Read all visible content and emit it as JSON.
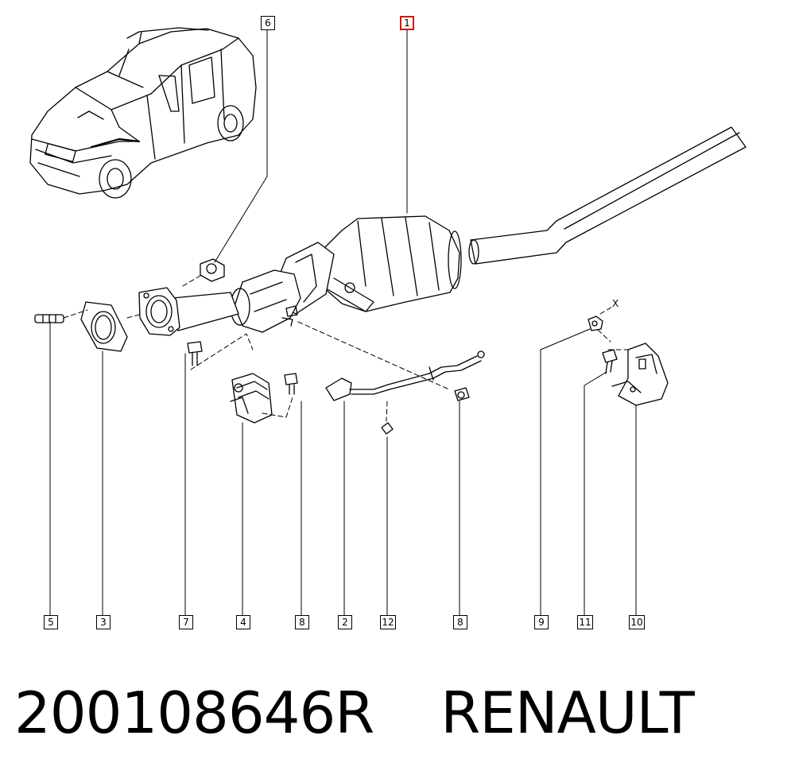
{
  "diagram": {
    "callouts": {
      "c1": "1",
      "c2": "2",
      "c3": "3",
      "c4": "4",
      "c5": "5",
      "c6": "6",
      "c7": "7",
      "c8a": "8",
      "c8b": "8",
      "c9": "9",
      "c10": "10",
      "c11": "11",
      "c12": "12"
    },
    "axis_mark": "X",
    "highlight_color": "#dd1111"
  },
  "caption": {
    "part_number": "200108646R",
    "brand": "RENAULT"
  }
}
